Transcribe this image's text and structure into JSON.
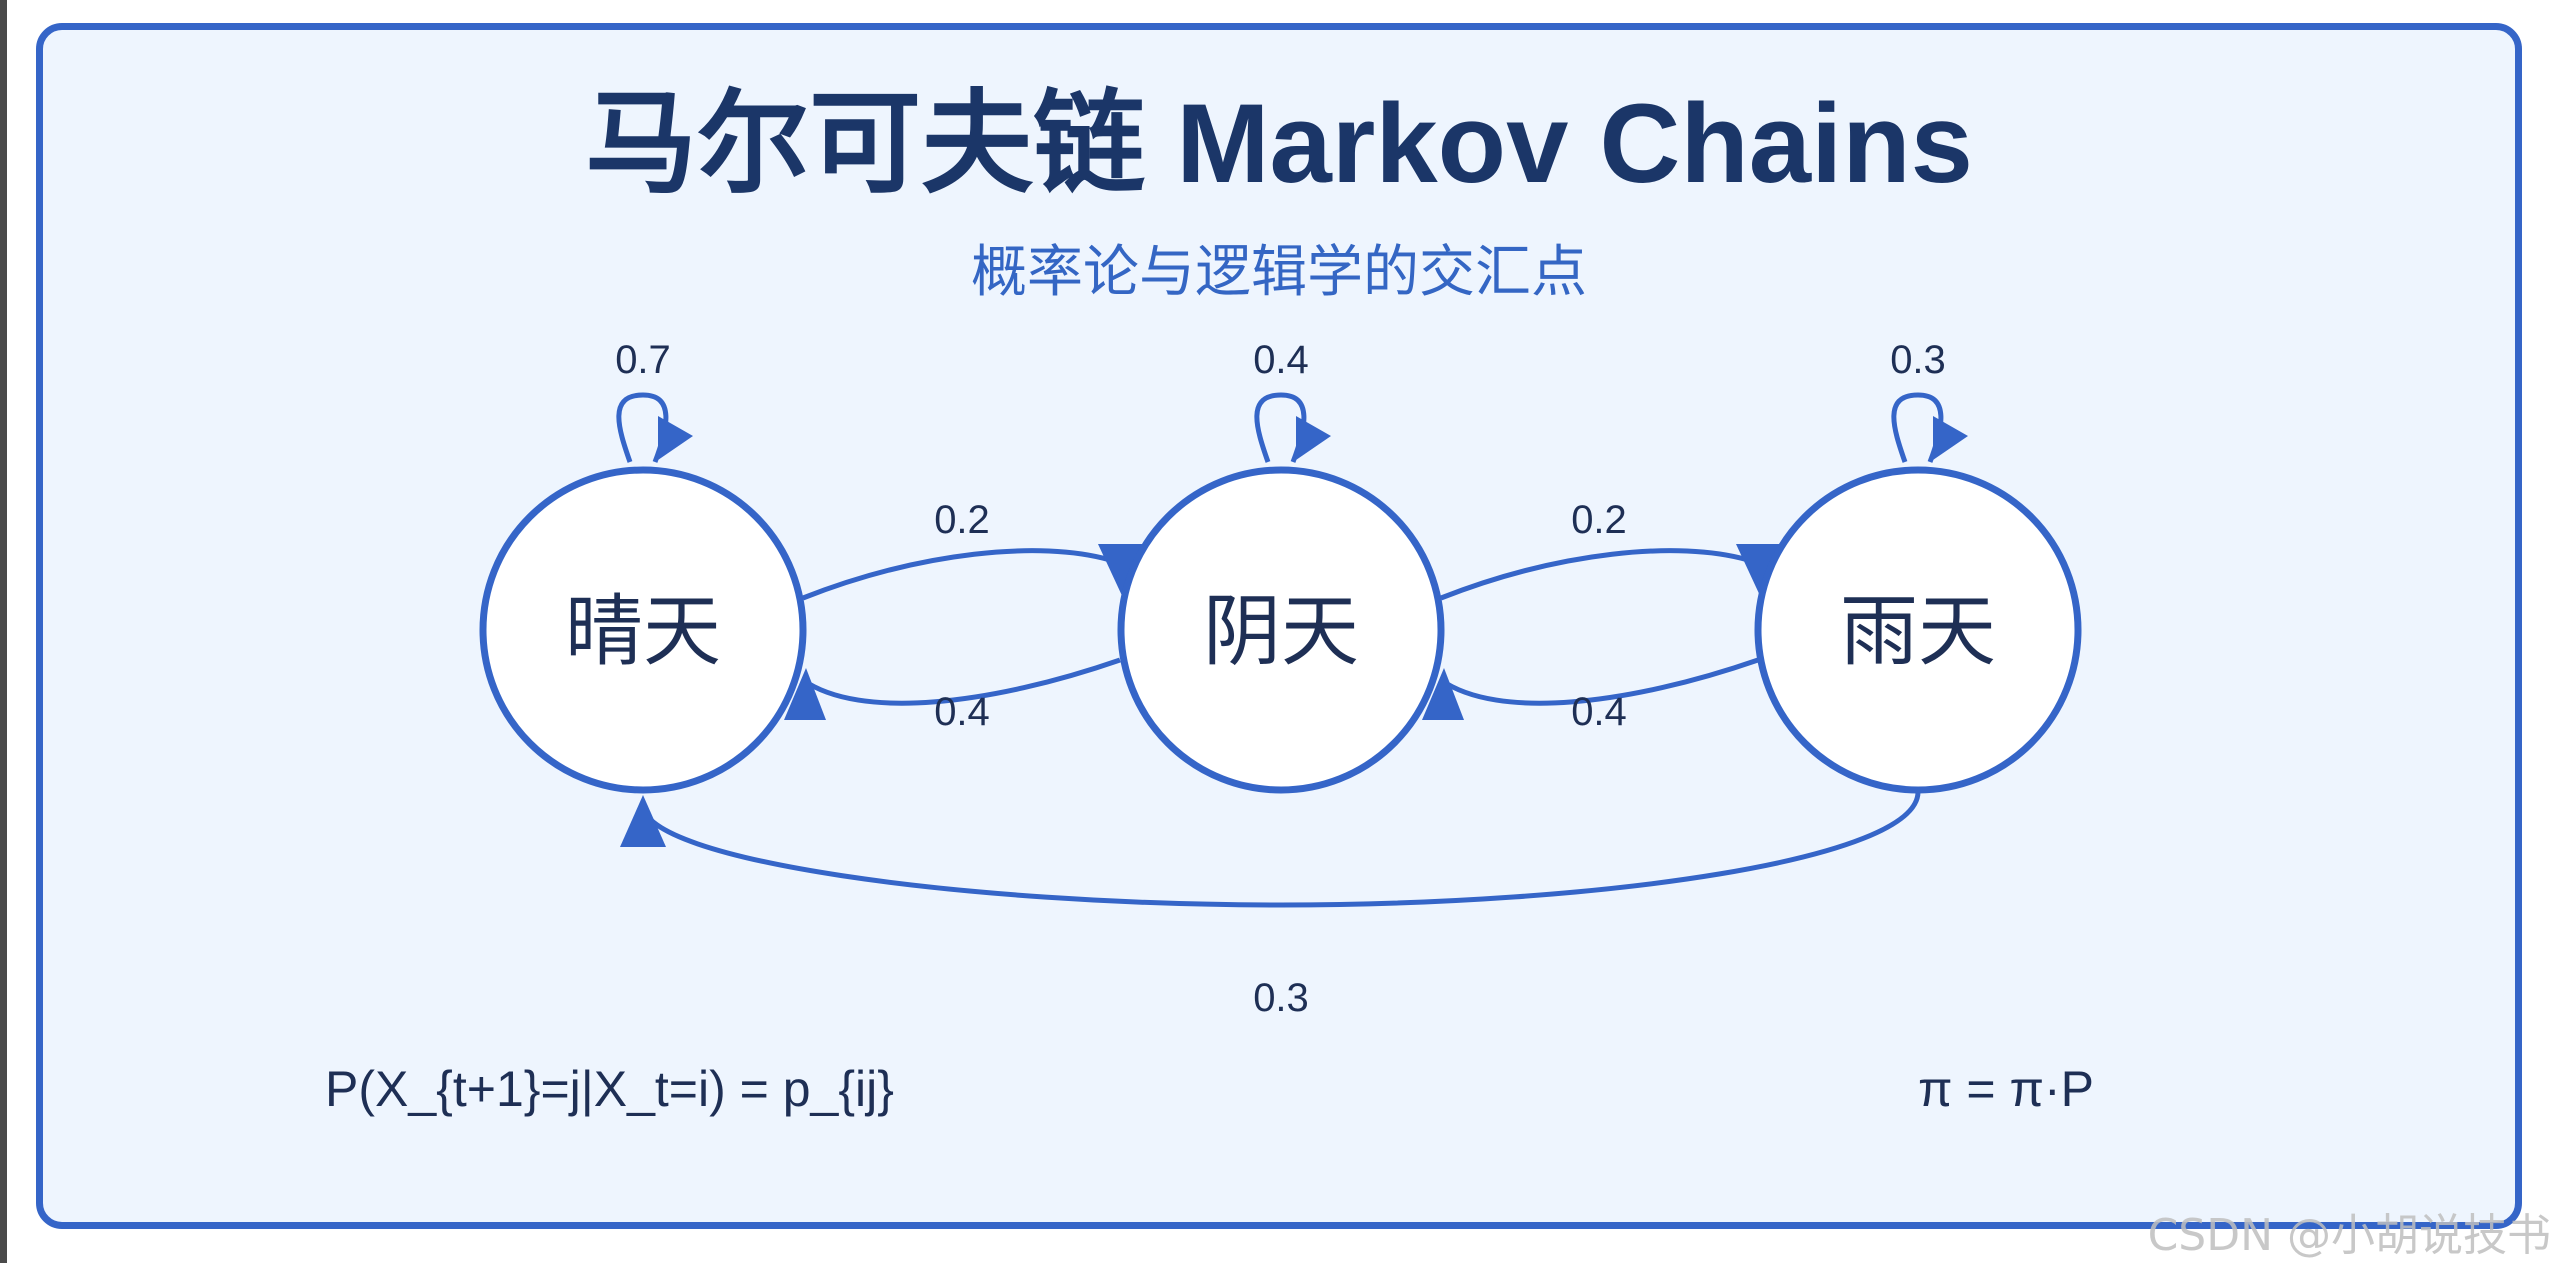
{
  "title": "马尔可夫链 Markov Chains",
  "subtitle": "概率论与逻辑学的交汇点",
  "colors": {
    "accent": "#3565c8",
    "title": "#1b3668",
    "subtitle": "#3466c4",
    "label": "#1e2f55",
    "panel_bg": "#eef5fe",
    "node_fill": "#ffffff"
  },
  "states": [
    {
      "id": "sunny",
      "label": "晴天"
    },
    {
      "id": "cloudy",
      "label": "阴天"
    },
    {
      "id": "rainy",
      "label": "雨天"
    }
  ],
  "transitions": [
    {
      "from": "sunny",
      "to": "sunny",
      "prob": "0.7"
    },
    {
      "from": "cloudy",
      "to": "cloudy",
      "prob": "0.4"
    },
    {
      "from": "rainy",
      "to": "rainy",
      "prob": "0.3"
    },
    {
      "from": "sunny",
      "to": "cloudy",
      "prob": "0.2"
    },
    {
      "from": "cloudy",
      "to": "sunny",
      "prob": "0.4"
    },
    {
      "from": "cloudy",
      "to": "rainy",
      "prob": "0.2"
    },
    {
      "from": "rainy",
      "to": "cloudy",
      "prob": "0.4"
    },
    {
      "from": "rainy",
      "to": "sunny",
      "prob": "0.3"
    }
  ],
  "formulas": {
    "transition": "P(X_{t+1}=j|X_t=i) = p_{ij}",
    "stationary": "π = π·P"
  },
  "watermark": "CSDN @小胡说技书"
}
